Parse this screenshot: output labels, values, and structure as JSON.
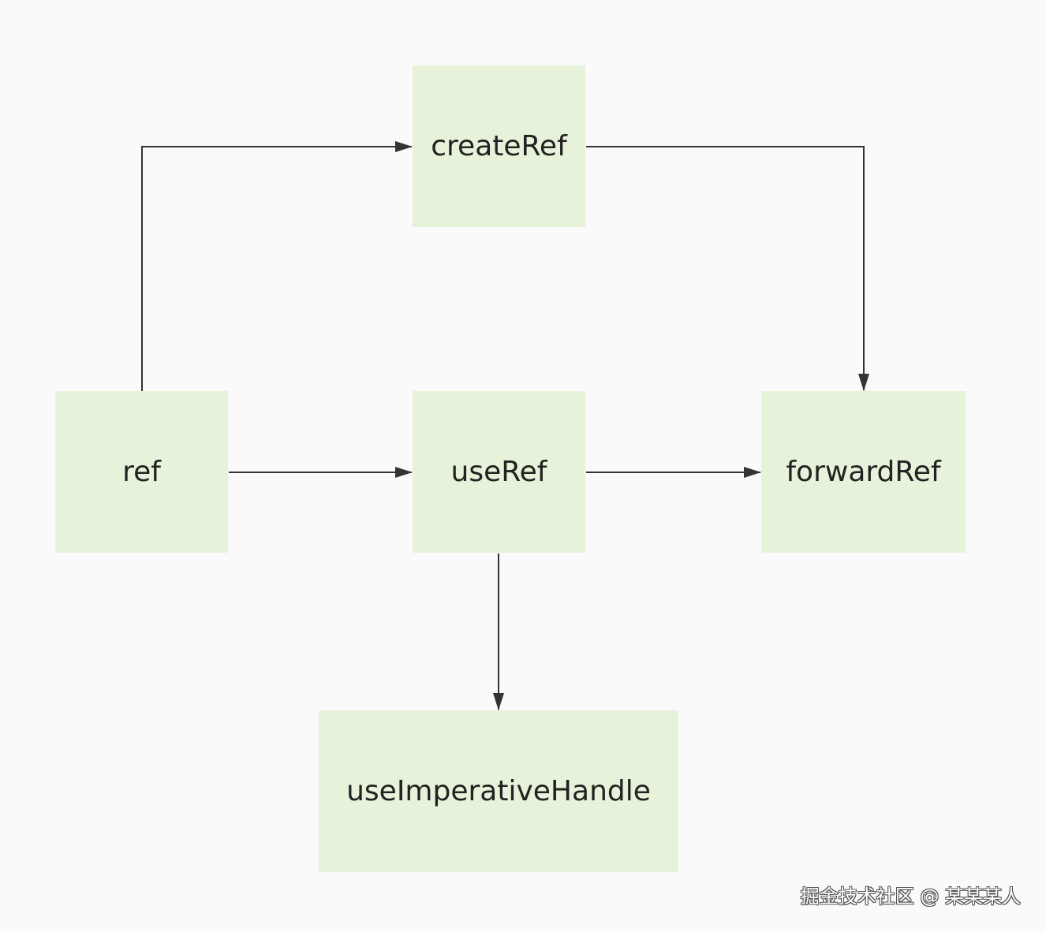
{
  "diagram": {
    "nodes": {
      "createRef": "createRef",
      "ref": "ref",
      "useRef": "useRef",
      "forwardRef": "forwardRef",
      "useImperativeHandle": "useImperativeHandle"
    },
    "edges": [
      {
        "from": "ref",
        "to": "createRef"
      },
      {
        "from": "createRef",
        "to": "forwardRef"
      },
      {
        "from": "ref",
        "to": "useRef"
      },
      {
        "from": "useRef",
        "to": "forwardRef"
      },
      {
        "from": "useRef",
        "to": "useImperativeHandle"
      }
    ],
    "colors": {
      "node_fill": "#e6f2d9",
      "edge": "#333333",
      "background": "#fafafa"
    }
  },
  "watermark": "掘金技术社区 @ 某某某人"
}
